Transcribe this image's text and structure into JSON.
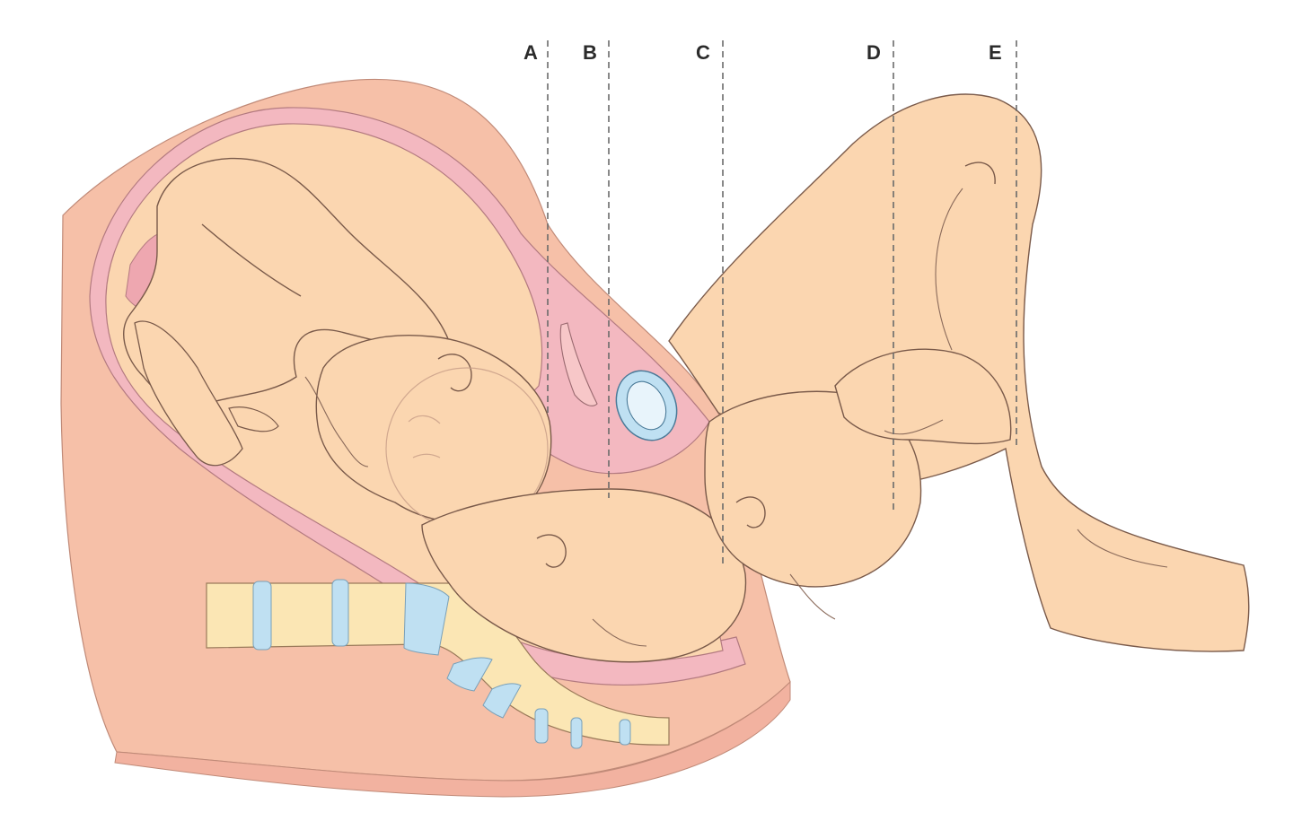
{
  "labels": [
    "A",
    "B",
    "C",
    "D",
    "E"
  ],
  "colors": {
    "maternal_tissue": "#f6c0a8",
    "uterine_wall": "#f3b8b8",
    "skin": "#fbd6b0",
    "vertebra": "#fbe6b4",
    "disc": "#bfe0f2",
    "outline": "#7a5a4a"
  }
}
